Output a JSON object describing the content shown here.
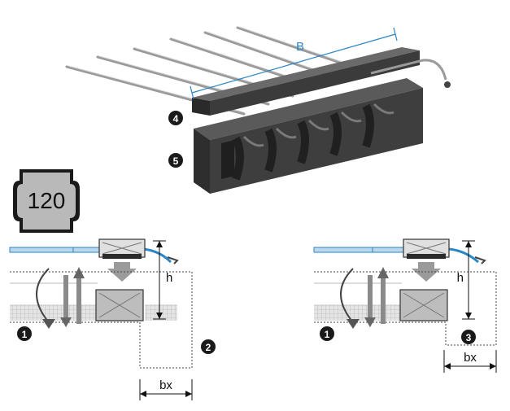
{
  "labels": {
    "dimension_b": "B",
    "dimension_h_left": "h",
    "dimension_h_right": "h",
    "dimension_bx_left": "bx",
    "dimension_bx_right": "bx",
    "fire_rating": "120"
  },
  "markers": {
    "m4": "4",
    "m5": "5",
    "m1_left": "1",
    "m2": "2",
    "m1_right": "1",
    "m3": "3"
  },
  "colors": {
    "accent_blue": "#2a86c4",
    "dark_fill": "#3a3a3a",
    "mid_gray": "#8c8c8c",
    "light_gray": "#c8c8c8",
    "marker_fill": "#1a1a1a",
    "badge_fill": "#b9b9b9"
  }
}
